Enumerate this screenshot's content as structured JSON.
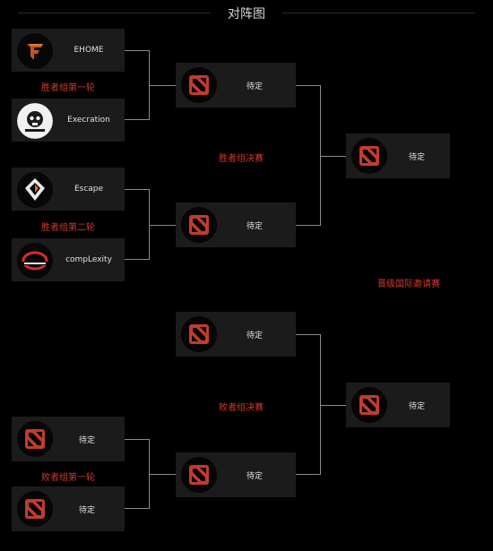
{
  "header": {
    "title": "对阵图"
  },
  "labels": {
    "winners_round1": "胜者组第一轮",
    "winners_round2": "胜者组第二轮",
    "winners_final": "胜者组决赛",
    "losers_final": "败者组决赛",
    "losers_round1": "败者组第一轮",
    "qualified": "晋级国际邀请赛"
  },
  "teams": [
    {
      "name": "EHOME",
      "logo": "ehome-logo"
    },
    {
      "name": "Execration",
      "logo": "execration-logo"
    },
    {
      "name": "Escape",
      "logo": "escape-logo"
    },
    {
      "name": "compLexity",
      "logo": "complexity-logo"
    }
  ],
  "tbd_label": "待定",
  "colors": {
    "background": "#000000",
    "card": "#1b1b1b",
    "accent_red": "#d33a2c",
    "connector": "#8a8a8a",
    "dota_logo": "#c23c2a"
  }
}
